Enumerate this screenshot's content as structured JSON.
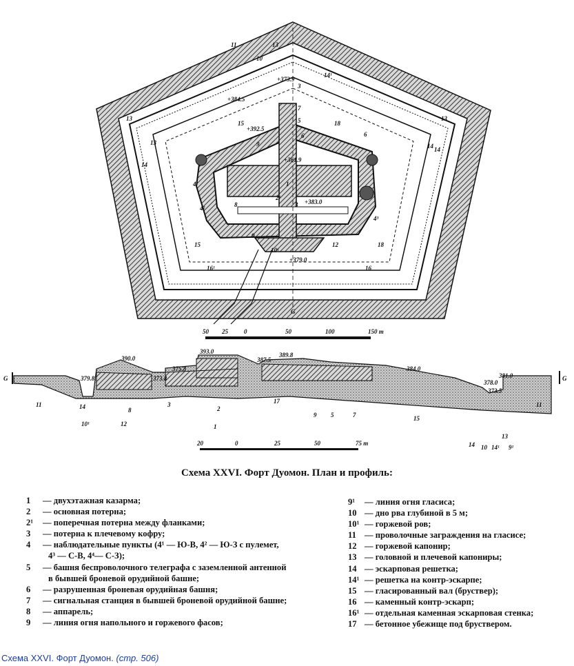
{
  "figure": {
    "plan_labels": [
      "11",
      "13",
      "10",
      "14¹",
      "14",
      "13",
      "13",
      "14",
      "15",
      "18",
      "7",
      "5",
      "3",
      "9",
      "6",
      "4¹",
      "6",
      "4³",
      "8",
      "2¹",
      "1",
      "3",
      "4²",
      "15",
      "12",
      "18",
      "9",
      "16¹",
      "16",
      "10¹",
      "G",
      "13",
      "14",
      "+373.9",
      "+384.5",
      "+392.5",
      "+361.9",
      "+383.0",
      "+379.0"
    ],
    "plan_scale": {
      "ticks": [
        "50",
        "25",
        "0",
        "50",
        "100",
        "150 m"
      ]
    },
    "profile_labels": [
      "G",
      "11",
      "14",
      "10¹",
      "12",
      "8",
      "3",
      "1",
      "2",
      "17",
      "9",
      "5",
      "7",
      "15",
      "14",
      "10",
      "14¹",
      "13",
      "9¹",
      "11",
      "G"
    ],
    "profile_elevations": [
      "379.8",
      "390.0",
      "375.8",
      "373.8",
      "393.0",
      "387.5",
      "389.8",
      "384.0",
      "378.0",
      "373.5",
      "381.0"
    ],
    "profile_scale": {
      "ticks": [
        "20",
        "0",
        "25",
        "50",
        "75 m"
      ]
    }
  },
  "title": "Схема XXVI. Форт Дуомон. План и профиль:",
  "legend_left": [
    {
      "num": "1",
      "text": "— двухэтажная казарма;"
    },
    {
      "num": "2",
      "text": "— основная потерна;"
    },
    {
      "num": "2¹",
      "text": "— поперечная потерна между фланками;"
    },
    {
      "num": "3",
      "text": "— потерна к плечевому кофру;"
    },
    {
      "num": "4",
      "text": "— наблюдательные пункты (4¹ — Ю-В, 4² — Ю-З с пулемет,",
      "cont": "4³ — С-В, 4⁴— С-З);"
    },
    {
      "num": "5",
      "text": "— башня беспроволочного телеграфа с заземленной антенной",
      "cont": "в бывшей броневой орудийной башне;"
    },
    {
      "num": "6",
      "text": "— разрушенная броневая орудийная башня;"
    },
    {
      "num": "7",
      "text": "— сигнальная станция в бывшей броневой орудийной башне;"
    },
    {
      "num": "8",
      "text": "— аппарель;"
    },
    {
      "num": "9",
      "text": "— линия огня напольного и горжевого фасов;"
    }
  ],
  "legend_right": [
    {
      "num": "9¹",
      "text": "— линия огня гласиса;"
    },
    {
      "num": "10",
      "text": "— дно рва глубиной в 5 м;"
    },
    {
      "num": "10¹",
      "text": "— горжевой ров;"
    },
    {
      "num": "11",
      "text": "— проволочные заграждения на гласисе;"
    },
    {
      "num": "12",
      "text": "— горжевой капонир;"
    },
    {
      "num": "13",
      "text": "— головной и плечевой капониры;"
    },
    {
      "num": "14",
      "text": "— эскарповая решетка;"
    },
    {
      "num": "14¹",
      "text": "— решетка на контр-эскарпе;"
    },
    {
      "num": "15",
      "text": "— гласированный вал (бруствер);"
    },
    {
      "num": "16",
      "text": "— каменный контр-эскарп;"
    },
    {
      "num": "16¹",
      "text": "— отдельная каменная эскарповая стенка;"
    },
    {
      "num": "17",
      "text": "— бетонное убежище под бруствером."
    }
  ],
  "caption": {
    "text": "Схема XXVI. Форт Дуомон.",
    "page": "(стр. 506)"
  }
}
